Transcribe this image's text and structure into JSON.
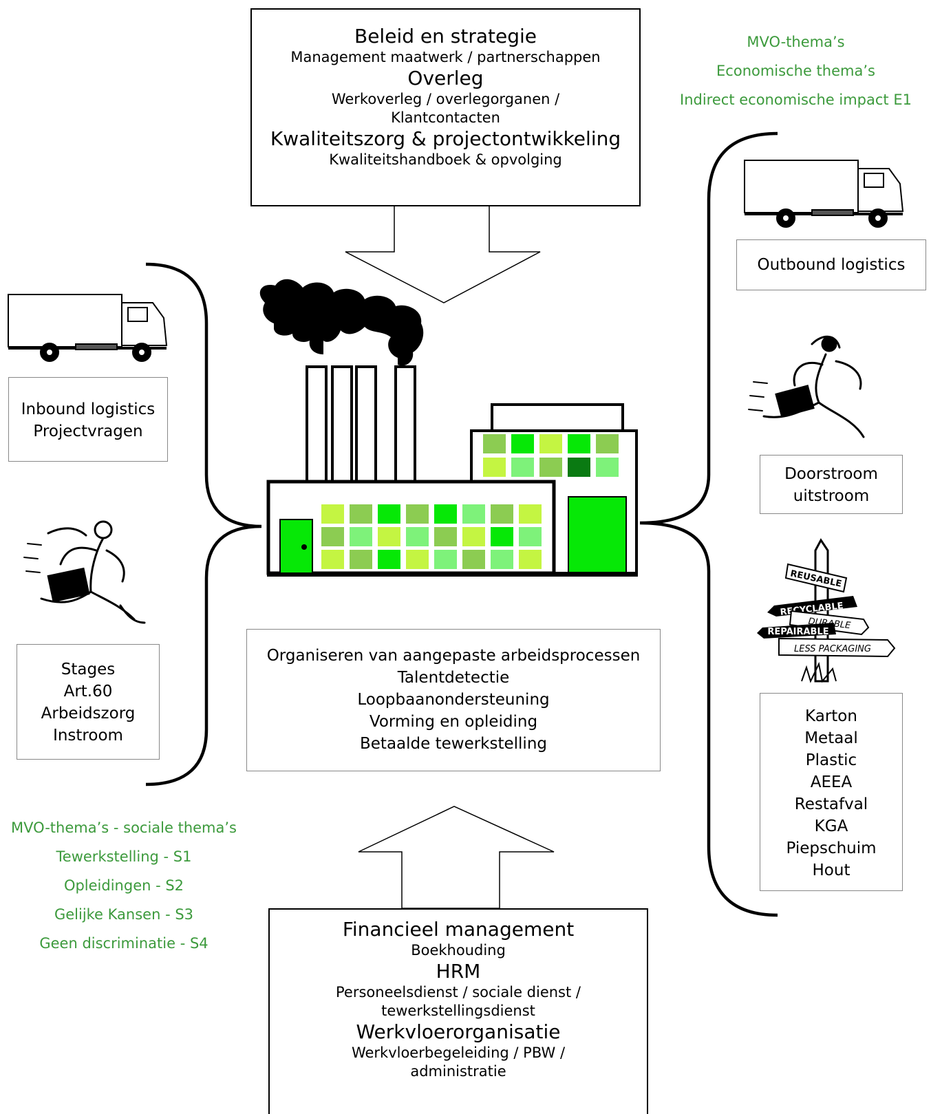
{
  "top_box": {
    "heading1": "Beleid en strategie",
    "line1": "Management maatwerk / partnerschappen",
    "heading2": "Overleg",
    "line2a": "Werkoverleg / overlegorganen /",
    "line2b": "Klantcontacten",
    "heading3": "Kwaliteitszorg & projectontwikkeling",
    "line3": "Kwaliteitshandboek & opvolging"
  },
  "bottom_box": {
    "heading1": "Financieel management",
    "line1": "Boekhouding",
    "heading2": "HRM",
    "line2a": "Personeelsdienst / sociale dienst /",
    "line2b": "tewerkstellingsdienst",
    "heading3": "Werkvloerorganisatie",
    "line3a": "Werkvloerbegeleiding / PBW /",
    "line3b": "administratie"
  },
  "center_box": {
    "items": [
      "Organiseren van aangepaste arbeidsprocessen",
      "Talentdetectie",
      "Loopbaanondersteuning",
      "Vorming en opleiding",
      "Betaalde tewerkstelling"
    ]
  },
  "left": {
    "inbound": [
      "Inbound logistics",
      "Projectvragen"
    ],
    "instroom": [
      "Stages",
      "Art.60",
      "Arbeidszorg",
      "Instroom"
    ]
  },
  "right": {
    "outbound": "Outbound logistics",
    "doorstroom": [
      "Doorstroom",
      "uitstroom"
    ],
    "materials": [
      "Karton",
      "Metaal",
      "Plastic",
      "AEEA",
      "Restafval",
      "KGA",
      "Piepschuim",
      "Hout"
    ]
  },
  "mvo_economic": [
    "MVO-thema’s",
    "Economische thema’s",
    "Indirect economische impact E1"
  ],
  "mvo_social": [
    "MVO-thema’s - sociale thema’s",
    "Tewerkstelling - S1",
    "Opleidingen - S2",
    "Gelijke Kansen - S3",
    "Geen discriminatie - S4"
  ],
  "signpost": [
    "REUSABLE",
    "RECYCLABLE",
    "DURABLE",
    "REPAIRABLE",
    "LESS PACKAGING"
  ],
  "colors": {
    "mvo_green": "#3c9a3c",
    "window_greens": [
      "#c4f542",
      "#8ccc52",
      "#06e806",
      "#7ef27a",
      "#0a7a12"
    ],
    "door_green": "#06e806"
  }
}
